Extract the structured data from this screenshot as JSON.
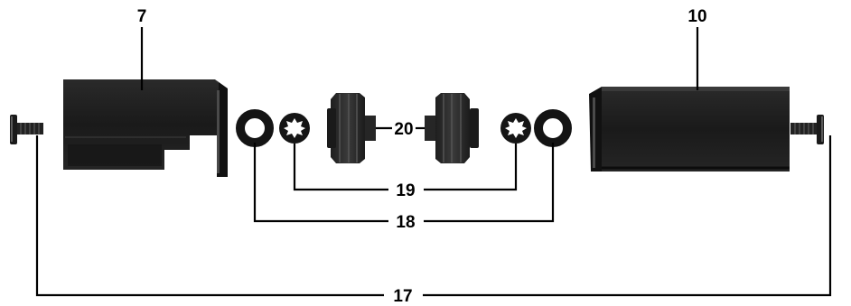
{
  "callouts": {
    "part_7": "7",
    "part_10": "10",
    "part_17": "17",
    "part_18": "18",
    "part_19": "19",
    "part_20": "20"
  },
  "colors": {
    "part_fill": "#1c1c1c",
    "part_mid": "#2f2f2f",
    "part_highlight": "#6a6a6a",
    "line": "#000000",
    "background": "#ffffff"
  }
}
